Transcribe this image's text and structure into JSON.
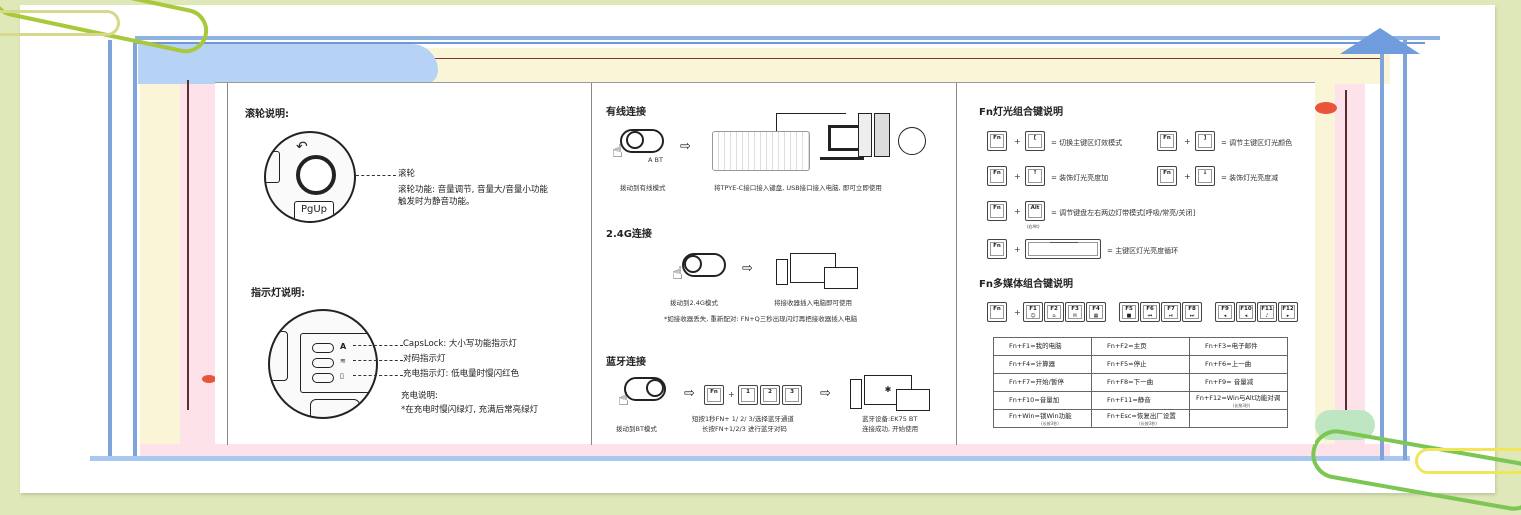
{
  "wheel": {
    "title": "滚轮说明:",
    "label": "滚轮",
    "desc_line1": "滚轮功能: 音量调节, 音量大/音量小功能",
    "desc_line2": "触发时为静音功能。",
    "key_label": "PgUp"
  },
  "indicator": {
    "title": "指示灯说明:",
    "items": [
      {
        "icon": "A",
        "label": "CapsLock: 大小写功能指示灯"
      },
      {
        "icon": "wifi",
        "label": "对码指示灯"
      },
      {
        "icon": "battery",
        "label": "充电指示灯: 低电量时慢闪红色"
      }
    ],
    "charge_title": "充电说明:",
    "charge_note": "*在充电时慢闪绿灯, 充满后常亮绿灯"
  },
  "wired": {
    "title": "有线连接",
    "step1": "拨动到有线模式",
    "step2": "将TPYE-C接口接入键盘, USB接口接入电脑, 即可立即使用",
    "switch_a": "A",
    "switch_bt": "BT"
  },
  "wireless": {
    "title": "2.4G连接",
    "step1": "拨动到2.4G模式",
    "step2": "将接收器插入电脑即可使用",
    "note": "*如接收器丢失, 重新配对: FN+Q三秒出现闪灯再把接收器插入电脑"
  },
  "bluetooth": {
    "title": "蓝牙连接",
    "step1": "拨动到BT模式",
    "step2_line1": "短按1秒FN+ 1/ 2/ 3/选择蓝牙通道",
    "step2_line2": "长按FN+1/2/3 进行蓝牙对码",
    "step3_line1": "蓝牙设备:EK75 BT",
    "step3_line2": "连接成功, 开始使用",
    "keys": [
      "Fn",
      "1",
      "2",
      "3"
    ]
  },
  "fn_light": {
    "title": "Fn灯光组合键说明",
    "combos": [
      {
        "key": "[",
        "desc": "= 切换主键区灯效模式"
      },
      {
        "key": "]",
        "desc": "= 调节主键区灯光颜色"
      },
      {
        "key": "↑",
        "desc": "= 装饰灯光亮度加"
      },
      {
        "key": "↓",
        "desc": "= 装饰灯光亮度减"
      },
      {
        "key": "Alt",
        "sub": "(右Alt)",
        "desc": "= 调节键盘左右两边灯带模式[呼吸/常亮/关闭]"
      },
      {
        "key": "Space",
        "desc": "= 主键区灯光亮度循环"
      }
    ]
  },
  "fn_media": {
    "title": "Fn多媒体组合键说明",
    "fkeys": [
      "F1",
      "F2",
      "F3",
      "F4",
      "F5",
      "F6",
      "F7",
      "F8",
      "F9",
      "F10",
      "F11",
      "F12"
    ],
    "fkey_icons": [
      "☺",
      "⌂",
      "✉",
      "▦",
      "■",
      "⏮",
      "⏯",
      "⏭",
      "◂",
      "◂",
      "♪",
      "▸"
    ],
    "table": [
      [
        "Fn+F1=我的电脑",
        "Fn+F2=主页",
        "Fn+F3=电子邮件"
      ],
      [
        "Fn+F4=计算器",
        "Fn+F5=停止",
        "Fn+F6=上一曲"
      ],
      [
        "Fn+F7=开始/暂停",
        "Fn+F8=下一曲",
        "Fn+F9= 音量减"
      ],
      [
        "Fn+F10=音量加",
        "Fn+F11=静音",
        "Fn+F12=Win与Alt功能对调"
      ],
      [
        "Fn+Win=锁Win功能",
        "Fn+Esc=恢复出厂设置",
        ""
      ]
    ],
    "table_notes": {
      "r3c2": "(长按3秒)",
      "r4c0": "(长按3秒)",
      "r4c1": "(长按3秒)"
    }
  },
  "fn_key": "Fn",
  "plus": "+"
}
